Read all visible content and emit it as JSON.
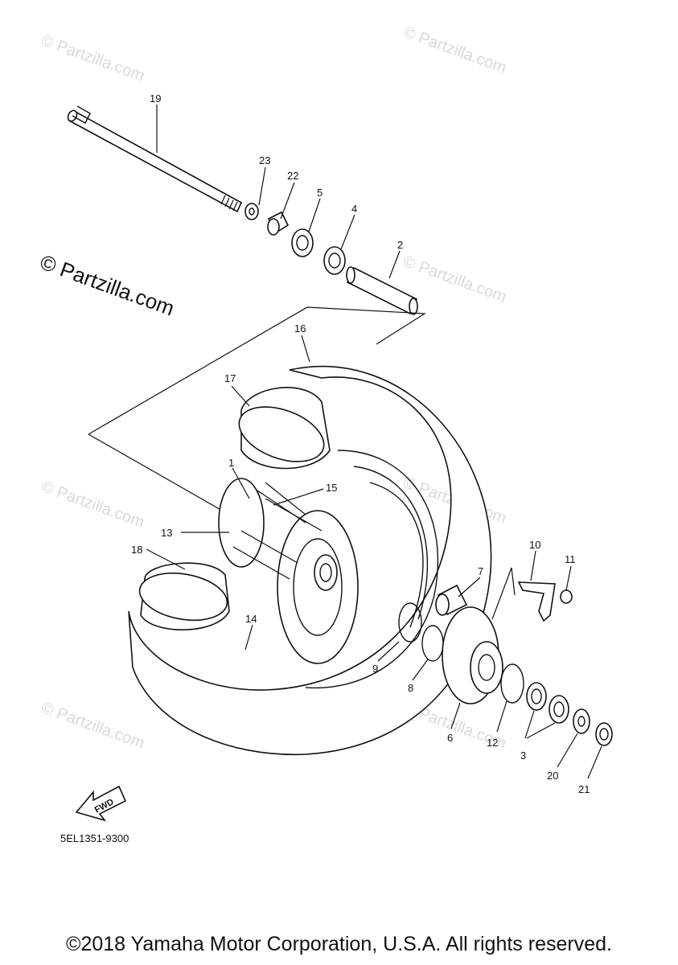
{
  "diagram": {
    "watermark_text": "© Partzilla.com",
    "diagram_code": "5EL1351-9300",
    "fwd_label": "FWD",
    "copyright": "©2018 Yamaha Motor Corporation, U.S.A. All rights reserved.",
    "callouts": [
      "19",
      "23",
      "22",
      "5",
      "4",
      "2",
      "16",
      "17",
      "1",
      "15",
      "13",
      "18",
      "14",
      "7",
      "10",
      "11",
      "9",
      "8",
      "6",
      "12",
      "3",
      "20",
      "21"
    ]
  }
}
